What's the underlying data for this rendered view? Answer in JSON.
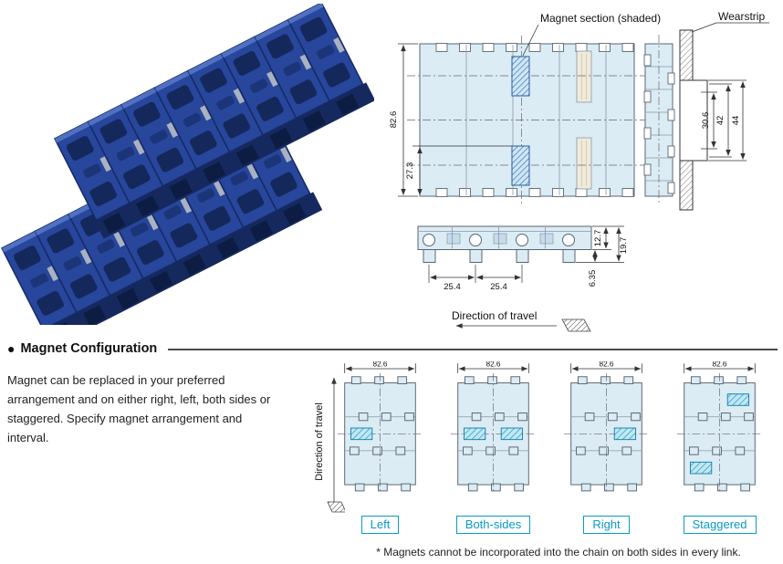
{
  "page": {
    "bg": "#ffffff"
  },
  "illustration": {
    "alt": "Blue plastic magnet conveyor chain, isometric view"
  },
  "tech_drawing": {
    "magnet_label": "Magnet section (shaded)",
    "wearstrip_label": "Wearstrip",
    "direction_label": "Direction of travel",
    "dims": {
      "chain_width": "82.6",
      "magnet_offset": "27.3",
      "wearstrip_inner": "30.6",
      "wearstrip_mid": "42",
      "wearstrip_outer": "44",
      "pitch_a": "25.4",
      "pitch_b": "25.4",
      "plate_height": "12.7",
      "overall_height": "19.7",
      "leg_height": "6.35"
    }
  },
  "magnet_config": {
    "bullet": "●",
    "title": "Magnet Configuration",
    "description": "Magnet can be replaced in your preferred arrangement and on either right, left, both sides or staggered. Specify magnet arrangement and interval.",
    "direction_label": "Direction of travel",
    "chain_width_dim": "82.6",
    "options": [
      {
        "label": "Left",
        "magnets": [
          {
            "row": 1,
            "side": "left"
          }
        ]
      },
      {
        "label": "Both-sides",
        "magnets": [
          {
            "row": 1,
            "side": "left"
          },
          {
            "row": 1,
            "side": "right"
          }
        ]
      },
      {
        "label": "Right",
        "magnets": [
          {
            "row": 1,
            "side": "right"
          }
        ]
      },
      {
        "label": "Staggered",
        "magnets": [
          {
            "row": 0,
            "side": "right"
          },
          {
            "row": 2,
            "side": "left"
          }
        ]
      }
    ],
    "footnote": "* Magnets cannot be incorporated into the chain on both sides in every link."
  },
  "colors": {
    "chain_blue": "#27469c",
    "drawing_fill": "#dcecf5",
    "magnet_hatch": "#2f9fca",
    "accent_teal": "#0a9bc4"
  }
}
